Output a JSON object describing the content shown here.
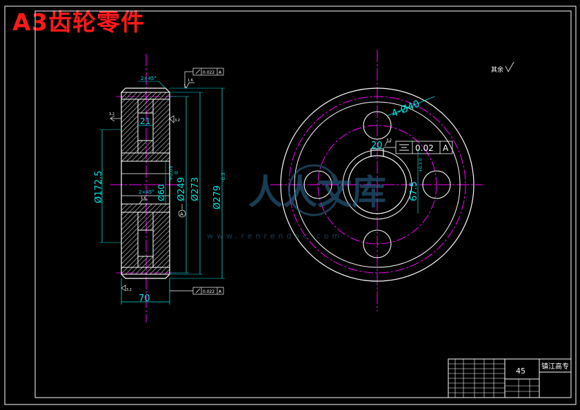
{
  "title": "A3齿轮零件",
  "colors": {
    "background": "#000000",
    "outline": "#ffffff",
    "dimension": "#00e5e5",
    "centerline": "#ff00ff",
    "title": "#ff1a1a",
    "hatch": "#ffffff"
  },
  "side_view": {
    "chamfer_top": "2×45°",
    "chamfer_hub": "2×45°",
    "width_label": "70",
    "hub_width_label": "21",
    "bore_dia": "Ø60",
    "bore_tol_upper": "+0.03",
    "bore_tol_lower": "0",
    "pitch_dia": "Ø249",
    "outer_dia_1": "Ø273",
    "outer_dia_2": "Ø279",
    "outer_tol": "-0.3",
    "web_dia": "Ø172.5",
    "roughness_1": "1.6",
    "roughness_2": "3.2",
    "roughness_3": "3.2",
    "roughness_4": "1.6",
    "roughness_5": "3.2",
    "datum": "A",
    "runout_top": "0.022",
    "runout_bottom": "0.022"
  },
  "front_view": {
    "holes_label": "4-Ø40",
    "keyway_width": "20",
    "keyway_roughness": "3.2",
    "keyway_depth": "67.5",
    "keyway_tol": "+0.3 0",
    "symmetry_value": "0.02",
    "symmetry_datum": "A",
    "general_roughness": "其余"
  },
  "title_block": {
    "material": "45",
    "school": "镇江高专"
  },
  "watermark": {
    "text": "人人文库",
    "url": "www.renrendoc.com"
  }
}
